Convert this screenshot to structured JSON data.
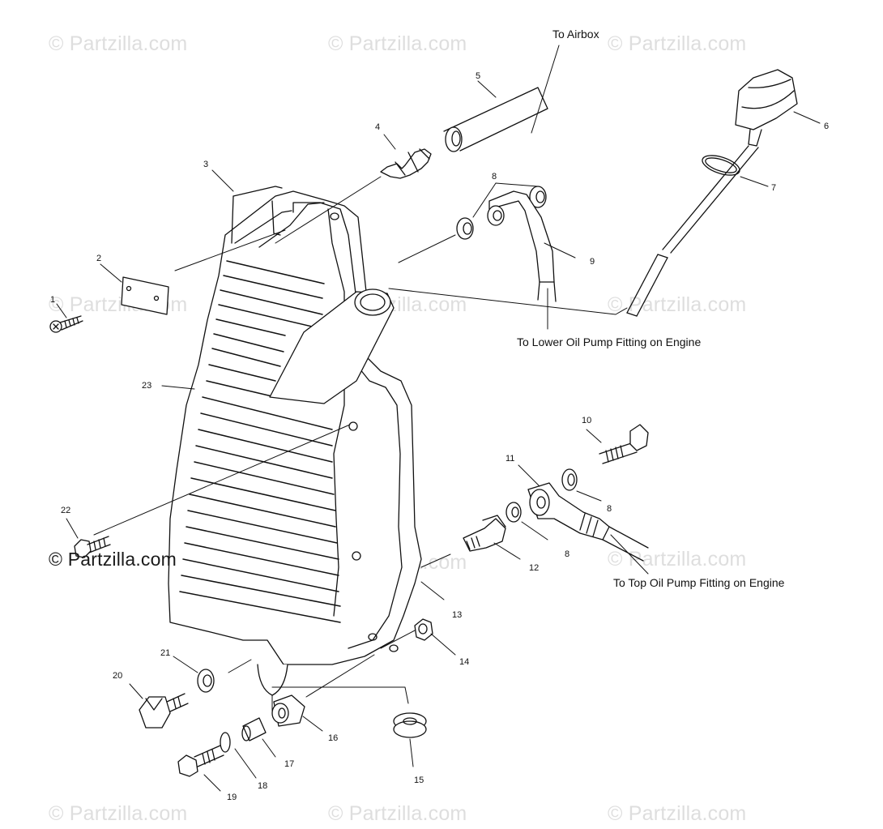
{
  "watermark": "© Partzilla.com",
  "notes": {
    "airbox": "To Airbox",
    "lower_pump": "To Lower Oil Pump Fitting on Engine",
    "top_pump": "To Top Oil Pump Fitting on Engine"
  },
  "callouts": {
    "n1": "1",
    "n2": "2",
    "n3": "3",
    "n4": "4",
    "n5": "5",
    "n6": "6",
    "n7": "7",
    "n8a": "8",
    "n8b": "8",
    "n8c": "8",
    "n9": "9",
    "n10": "10",
    "n11": "11",
    "n12": "12",
    "n13": "13",
    "n14": "14",
    "n15": "15",
    "n16": "16",
    "n17": "17",
    "n18": "18",
    "n19": "19",
    "n20": "20",
    "n21": "21",
    "n22": "22",
    "n23": "23"
  }
}
